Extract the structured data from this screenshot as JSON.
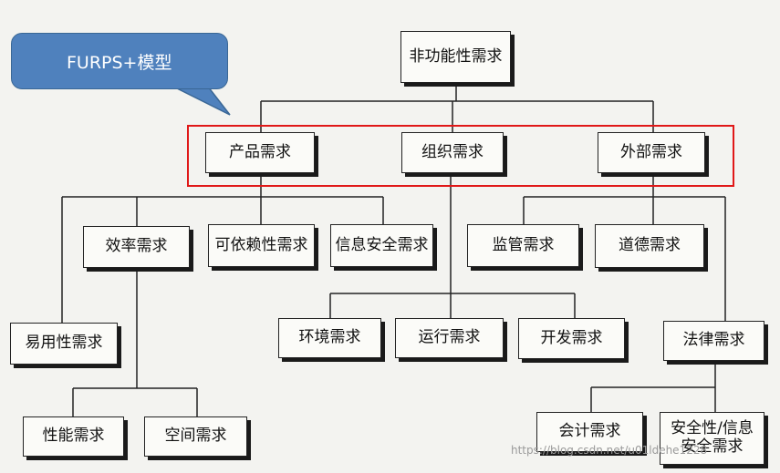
{
  "callout": {
    "text": "FURPS+模型",
    "color": "#4f81bd"
  },
  "highlight_color": "#e01818",
  "nodes": {
    "root": "非功能性需求",
    "product": "产品需求",
    "organization": "组织需求",
    "external": "外部需求",
    "efficiency": "效率需求",
    "reliability": "可依赖性需求",
    "security": "信息安全需求",
    "regulatory": "监管需求",
    "ethical": "道德需求",
    "usability": "易用性需求",
    "environment": "环境需求",
    "operational": "运行需求",
    "development": "开发需求",
    "legal": "法律需求",
    "performance": "性能需求",
    "space": "空间需求",
    "accounting": "会计需求",
    "safety": "安全性/信息安全需求"
  },
  "watermark": "https://blog.csdn.net/u01ldehe1228"
}
